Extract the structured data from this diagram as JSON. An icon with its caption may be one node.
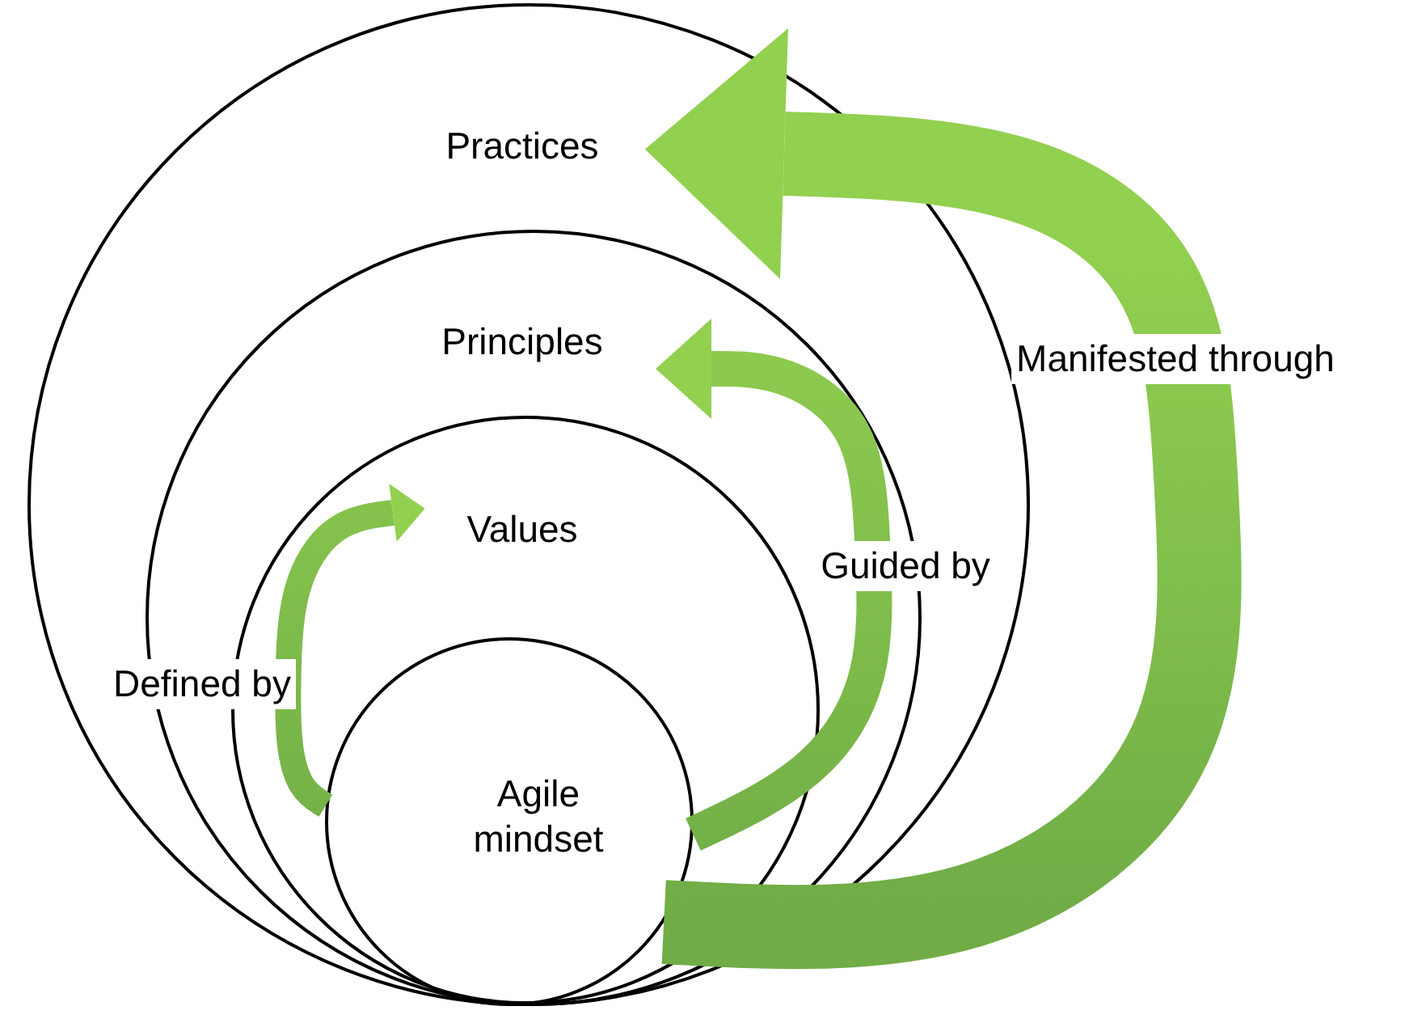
{
  "diagram": {
    "nodes": [
      {
        "text": [
          "Practices"
        ]
      },
      {
        "text": [
          "Principles"
        ],
        "in": 0
      },
      {
        "text": [
          "Values"
        ],
        "in": 1
      },
      {
        "text": [
          "Agile mindset"
        ],
        "in": 2
      }
    ],
    "edges": [
      {
        "from": 3,
        "to": 2,
        "arrow": "to",
        "label": "Defined by",
        "style": "thick"
      },
      {
        "from": 3,
        "to": 1,
        "arrow": "to",
        "label": "Guided by",
        "style": "thick"
      },
      {
        "from": 3,
        "to": 0,
        "arrow": "to",
        "label": "Manifested through",
        "style": "thick"
      }
    ]
  }
}
